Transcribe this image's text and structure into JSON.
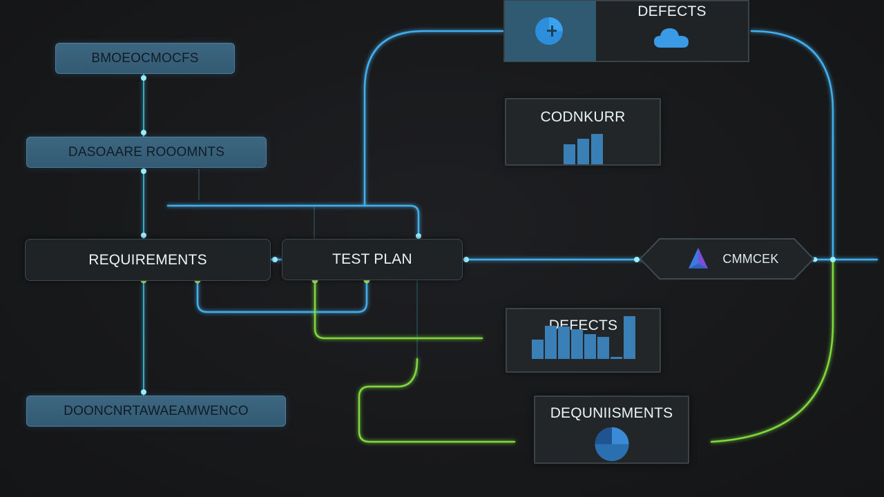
{
  "nodes": {
    "top_left": "BMOEOCMOCFS",
    "database_req": "DASOAARE ROOOMNTS",
    "requirements": "REQUIREMENTS",
    "test_plan": "TEST PLAN",
    "doc_bottom": "DOONCNRTAWAEAMWENCO",
    "defects_top": "DEFECTS",
    "counter": "CODNKURR",
    "check": "CMMCEK",
    "defects_mid": "DEFECTS",
    "dequ": "DEQUNIISMENTS"
  },
  "bar_levels": {
    "counter": [
      0.55,
      0.72,
      0.85
    ],
    "defects_mid": [
      0.45,
      0.78,
      0.76,
      0.7,
      0.58,
      0.52,
      0.05,
      1.0
    ]
  },
  "colors": {
    "blue_wire": "#42b0ee",
    "green_wire": "#7fdb3c",
    "blue_node": "#3d6680",
    "bar": "#3a7fb5",
    "panel_bg": "#222628"
  },
  "icons": {
    "defects_top_left": "pie-icon",
    "defects_top_right": "cloud-icon",
    "check": "triangle-logo-icon",
    "dequ": "pie-icon"
  }
}
